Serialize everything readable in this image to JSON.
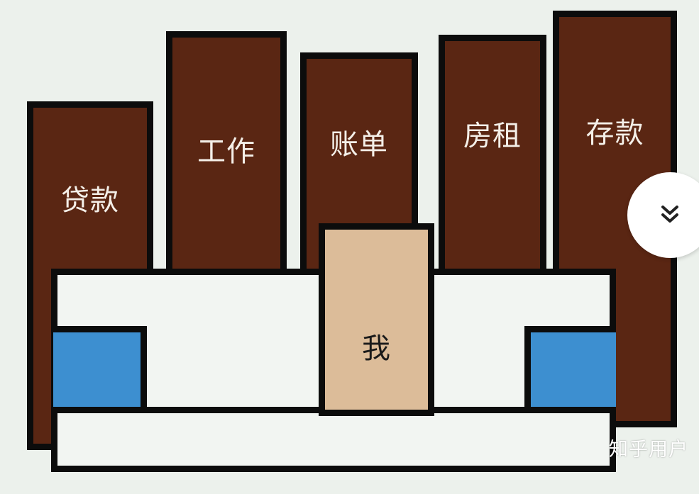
{
  "blocks": {
    "loan": "贷款",
    "work": "工作",
    "bills": "账单",
    "rent": "房租",
    "savings": "存款",
    "me": "我"
  },
  "icons": {
    "scroll": "double-chevron-down-icon"
  },
  "watermark": "知乎用户",
  "colors": {
    "brown": "#5a2613",
    "me": "#dcbc99",
    "blue": "#3d8fd0",
    "outline": "#0c0c0c"
  }
}
